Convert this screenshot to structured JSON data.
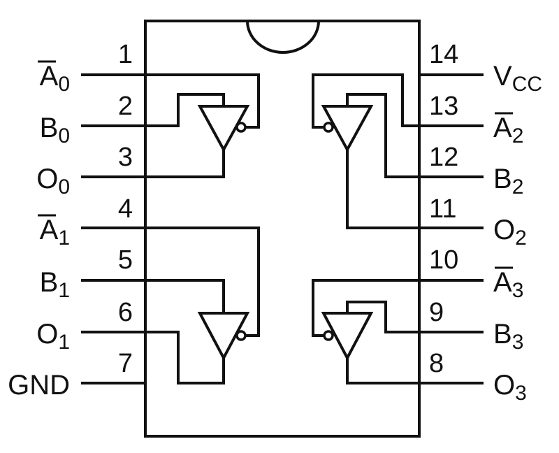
{
  "pins": [
    {
      "number": "1",
      "label": "A",
      "subscript": "0",
      "overline": true
    },
    {
      "number": "2",
      "label": "B",
      "subscript": "0",
      "overline": false
    },
    {
      "number": "3",
      "label": "O",
      "subscript": "0",
      "overline": false
    },
    {
      "number": "4",
      "label": "A",
      "subscript": "1",
      "overline": true
    },
    {
      "number": "5",
      "label": "B",
      "subscript": "1",
      "overline": false
    },
    {
      "number": "6",
      "label": "O",
      "subscript": "1",
      "overline": false
    },
    {
      "number": "7",
      "label": "GND",
      "subscript": "",
      "overline": false
    },
    {
      "number": "8",
      "label": "O",
      "subscript": "3",
      "overline": false
    },
    {
      "number": "9",
      "label": "B",
      "subscript": "3",
      "overline": false
    },
    {
      "number": "10",
      "label": "A",
      "subscript": "3",
      "overline": true
    },
    {
      "number": "11",
      "label": "O",
      "subscript": "2",
      "overline": false
    },
    {
      "number": "12",
      "label": "B",
      "subscript": "2",
      "overline": false
    },
    {
      "number": "13",
      "label": "A",
      "subscript": "2",
      "overline": true
    },
    {
      "number": "14",
      "label": "V",
      "subscript": "CC",
      "overline": false
    }
  ],
  "colors": {
    "ink": "#111111",
    "background": "#ffffff"
  }
}
